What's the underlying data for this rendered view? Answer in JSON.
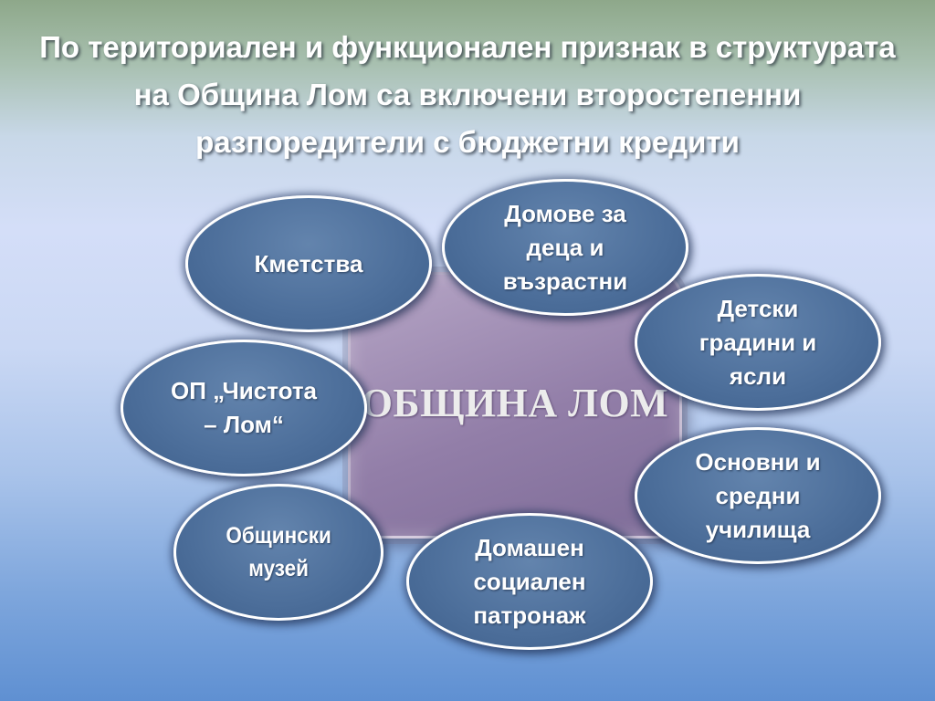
{
  "title": "По териториален и функционален признак в структурата на Община Лом са включени второстепенни разпоредители с бюджетни кредити",
  "center": {
    "label": "ОБЩИНА ЛОМ"
  },
  "nodes": [
    {
      "id": "kmetstva",
      "label": "Кметства"
    },
    {
      "id": "domove",
      "label": "Домове за\nдеца и\nвъзрастни"
    },
    {
      "id": "gradini",
      "label": "Детски\nградини и\nясли"
    },
    {
      "id": "chistota",
      "label": "ОП „Чистота\n– Лом“"
    },
    {
      "id": "uchilishta",
      "label": "Основни и\nсредни\nучилища"
    },
    {
      "id": "muzei",
      "label": "Общински\nмузей"
    },
    {
      "id": "patronazh",
      "label": "Домашен\nсоциален\nпатронаж"
    }
  ],
  "colors": {
    "node_fill": "#4c6e9a",
    "node_border": "#ffffff",
    "center_fill": "#927ea8",
    "text": "#ffffff"
  }
}
